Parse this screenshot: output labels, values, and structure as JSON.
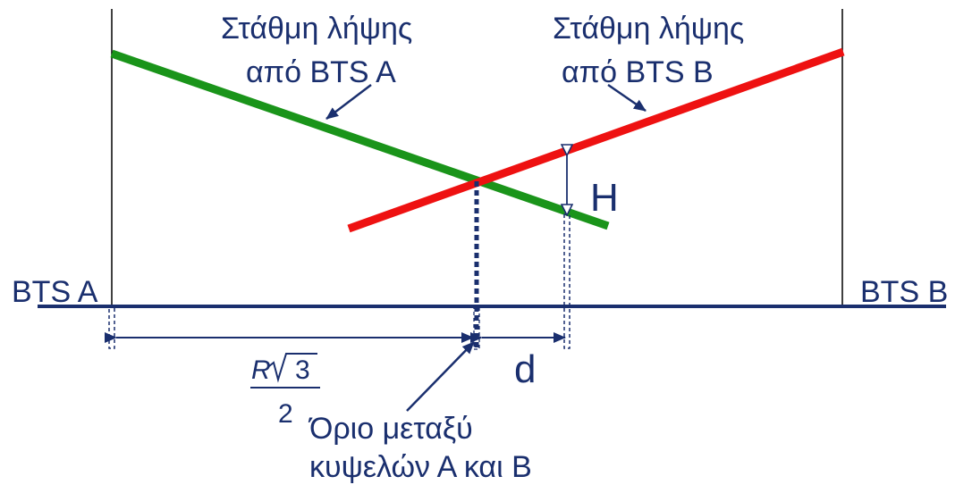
{
  "labels": {
    "bts_a": "BTS A",
    "bts_b": "BTS B",
    "level_a_line1": "Στάθμη λήψης",
    "level_a_line2": "από BTS A",
    "level_b_line1": "Στάθμη λήψης",
    "level_b_line2": "από BTS B",
    "hysteresis": "H",
    "offset": "d",
    "frac_r": "R",
    "frac_three": "3",
    "frac_den": "2",
    "boundary_line1": "Όριο μεταξύ",
    "boundary_line2": "κυψελών Α και Β"
  },
  "colors": {
    "ink": "#1a2f6e",
    "signal_a": "#1a941a",
    "signal_b": "#ee1111",
    "frame": "#000000"
  }
}
